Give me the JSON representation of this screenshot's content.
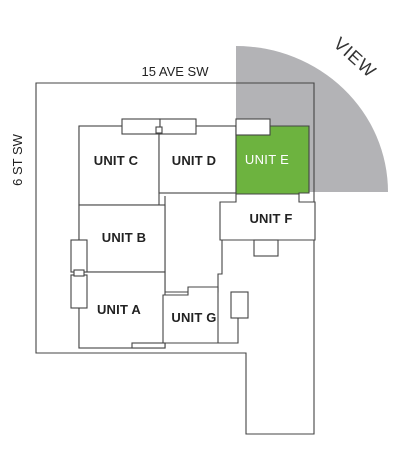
{
  "streets": {
    "top": "15 AVE SW",
    "left": "6 ST SW"
  },
  "view_label": "VIEW",
  "units": [
    {
      "id": "unit-c",
      "label": "UNIT C",
      "highlighted": false
    },
    {
      "id": "unit-d",
      "label": "UNIT D",
      "highlighted": false
    },
    {
      "id": "unit-e",
      "label": "UNIT E",
      "highlighted": true
    },
    {
      "id": "unit-b",
      "label": "UNIT B",
      "highlighted": false
    },
    {
      "id": "unit-f",
      "label": "UNIT F",
      "highlighted": false
    },
    {
      "id": "unit-a",
      "label": "UNIT A",
      "highlighted": false
    },
    {
      "id": "unit-g",
      "label": "UNIT G",
      "highlighted": false
    }
  ],
  "colors": {
    "highlight": "#6db33f",
    "view_cone": "#b3b3b6",
    "line": "#444444"
  }
}
